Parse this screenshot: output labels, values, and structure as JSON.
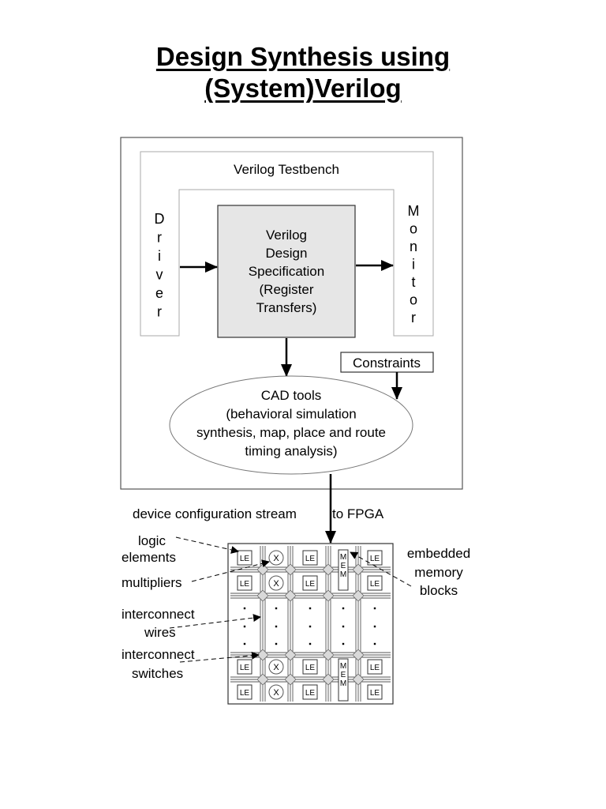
{
  "title": {
    "line1": "Design Synthesis using",
    "line2": "(System)Verilog"
  },
  "testbench": {
    "label": "Verilog Testbench",
    "driver_letters": [
      "D",
      "r",
      "i",
      "v",
      "e",
      "r"
    ],
    "monitor_letters": [
      "M",
      "o",
      "n",
      "i",
      "t",
      "o",
      "r"
    ],
    "design_lines": [
      "Verilog",
      "Design",
      "Specification",
      "(Register",
      "Transfers)"
    ]
  },
  "constraints_label": "Constraints",
  "cad_tools": {
    "lines": [
      "CAD tools",
      "(behavioral simulation",
      "synthesis, map, place and route",
      "timing analysis)"
    ]
  },
  "stream_label_left": "device configuration stream",
  "stream_label_right": "to FPGA",
  "fpga": {
    "cell_le": "LE",
    "cell_mult": "X",
    "cell_mem": [
      "M",
      "E",
      "M"
    ],
    "labels": {
      "logic_elements": [
        "logic",
        "elements"
      ],
      "multipliers": "multipliers",
      "interconnect_wires": [
        "interconnect",
        "wires"
      ],
      "interconnect_switches": [
        "interconnect",
        "switches"
      ],
      "embedded_memory": [
        "embedded",
        "memory",
        "blocks"
      ]
    }
  },
  "colors": {
    "design_fill": "#e6e6e6",
    "box_border": "#555555",
    "light_border": "#aaaaaa",
    "switch_fill": "#d9d9d9"
  }
}
